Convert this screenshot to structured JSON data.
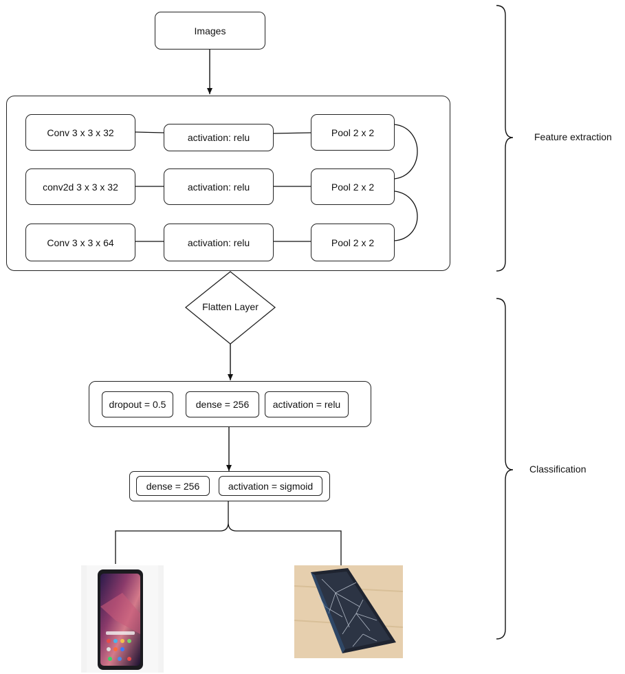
{
  "input": {
    "label": "Images"
  },
  "conv_rows": [
    {
      "conv": "Conv 3 x 3 x 32",
      "activation": "activation: relu",
      "pool": "Pool 2 x 2"
    },
    {
      "conv": "conv2d 3 x 3 x 32",
      "activation": "activation: relu",
      "pool": "Pool 2 x 2"
    },
    {
      "conv": "Conv 3 x 3 x 64",
      "activation": "activation: relu",
      "pool": "Pool 2 x 2"
    }
  ],
  "flatten": {
    "label": "Flatten Layer"
  },
  "dense_block_1": {
    "items": [
      "dropout = 0.5",
      "dense = 256",
      "activation = relu"
    ]
  },
  "dense_block_2": {
    "items": [
      "dense = 256",
      "activation = sigmoid"
    ]
  },
  "sections": {
    "feature_extraction": "Feature extraction",
    "classification": "Classification"
  },
  "outputs": [
    {
      "icon": "intact-phone-photo"
    },
    {
      "icon": "cracked-phone-photo"
    }
  ]
}
